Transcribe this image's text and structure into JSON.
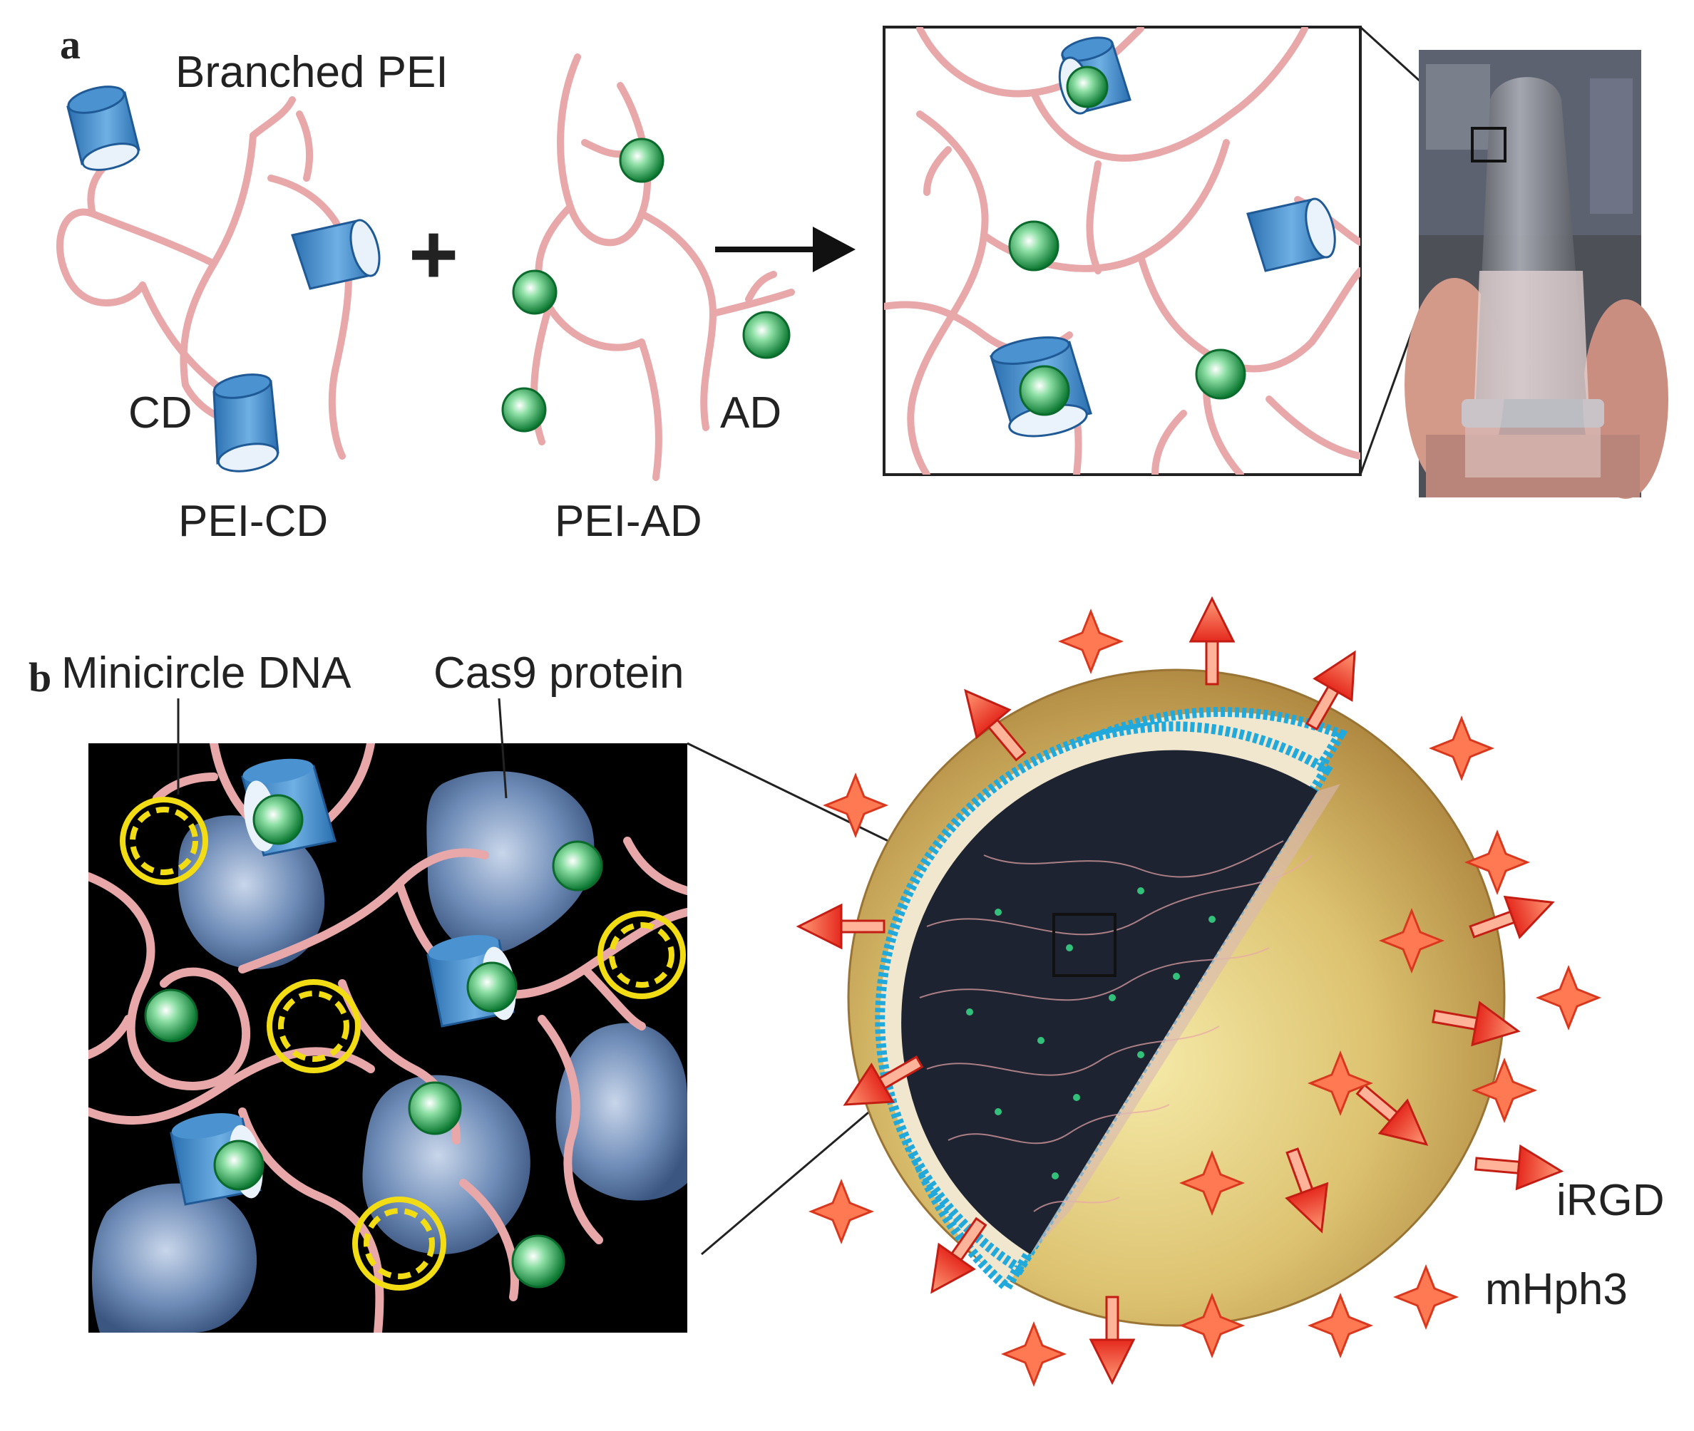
{
  "panel_a": {
    "letter": "a",
    "branched_pei": "Branched PEI",
    "plus": "+",
    "cd": "CD",
    "pei_cd": "PEI-CD",
    "ad": "AD",
    "pei_ad": "PEI-AD"
  },
  "panel_b": {
    "letter": "b",
    "minicircle_dna": "Minicircle DNA",
    "cas9_protein": "Cas9 protein",
    "irgd": "iRGD",
    "mhph3": "mHph3"
  },
  "colors": {
    "pei_strand": "#e8a7a9",
    "cd_blue": "#3d86c6",
    "ad_green": "#1d9a47",
    "dna_yellow": "#f2dd14",
    "cas9_slate": "#5c7ca6",
    "shell_gold": "#c9a24a",
    "lipid_cyan": "#22a9dc",
    "ligand_red": "#e8382a"
  }
}
